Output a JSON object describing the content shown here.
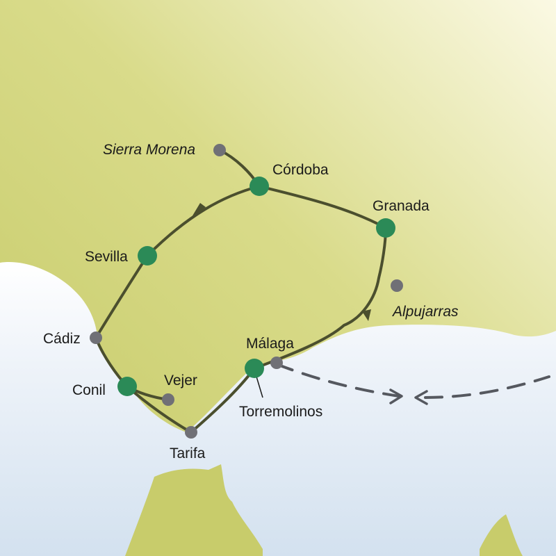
{
  "map": {
    "colors": {
      "land": "#cfd373",
      "sea": "#dde8f4",
      "route": "#4b4f2e",
      "major_stop": "#2b8a57",
      "minor_stop": "#707076"
    },
    "places": [
      {
        "id": "sierra-morena",
        "name": "Sierra Morena",
        "kind": "minor",
        "italic": true
      },
      {
        "id": "cordoba",
        "name": "Córdoba",
        "kind": "major",
        "italic": false
      },
      {
        "id": "granada",
        "name": "Granada",
        "kind": "major",
        "italic": false
      },
      {
        "id": "sevilla",
        "name": "Sevilla",
        "kind": "major",
        "italic": false
      },
      {
        "id": "alpujarras",
        "name": "Alpujarras",
        "kind": "minor",
        "italic": true
      },
      {
        "id": "cadiz",
        "name": "Cádiz",
        "kind": "minor",
        "italic": false
      },
      {
        "id": "malaga",
        "name": "Málaga",
        "kind": "minor",
        "italic": false
      },
      {
        "id": "conil",
        "name": "Conil",
        "kind": "major",
        "italic": false
      },
      {
        "id": "vejer",
        "name": "Vejer",
        "kind": "minor",
        "italic": false
      },
      {
        "id": "torremolinos",
        "name": "Torremolinos",
        "kind": "major",
        "italic": false
      },
      {
        "id": "tarifa",
        "name": "Tarifa",
        "kind": "minor",
        "italic": false
      }
    ]
  }
}
